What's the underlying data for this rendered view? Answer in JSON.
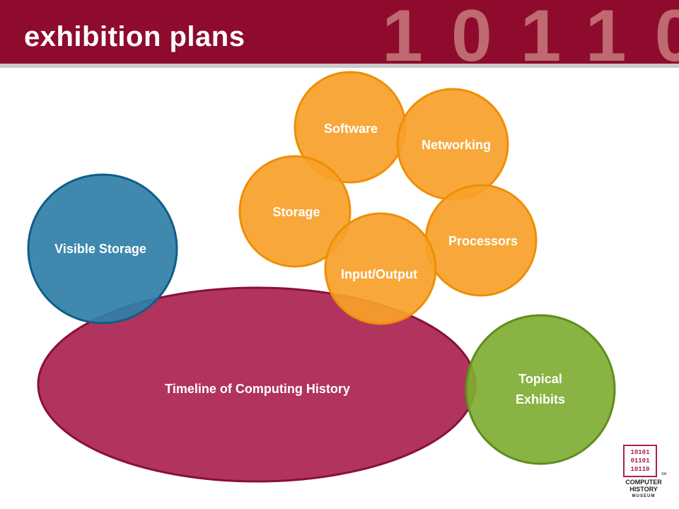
{
  "header": {
    "title": "exhibition plans",
    "binary_digits": "10110",
    "background_color": "#8e0b2e"
  },
  "diagram": {
    "nodes": {
      "software": {
        "label": "Software",
        "color": "#f7a12a"
      },
      "networking": {
        "label": "Networking",
        "color": "#f7a12a"
      },
      "storage": {
        "label": "Storage",
        "color": "#f7a12a"
      },
      "processors": {
        "label": "Processors",
        "color": "#f7a12a"
      },
      "input_output": {
        "label": "Input/Output",
        "color": "#f7a12a"
      },
      "visible_storage": {
        "label": "Visible Storage",
        "color": "#2f7fa8"
      },
      "timeline": {
        "label": "Timeline of Computing History",
        "color": "#a9234f"
      },
      "topical": {
        "label_line1": "Topical",
        "label_line2": "Exhibits",
        "color": "#7fad32"
      }
    }
  },
  "logo": {
    "line1": "COMPUTER",
    "line2": "HISTORY",
    "line3": "MUSEUM",
    "mark": "SM",
    "pattern": [
      "10101",
      "01101",
      "10110"
    ]
  }
}
